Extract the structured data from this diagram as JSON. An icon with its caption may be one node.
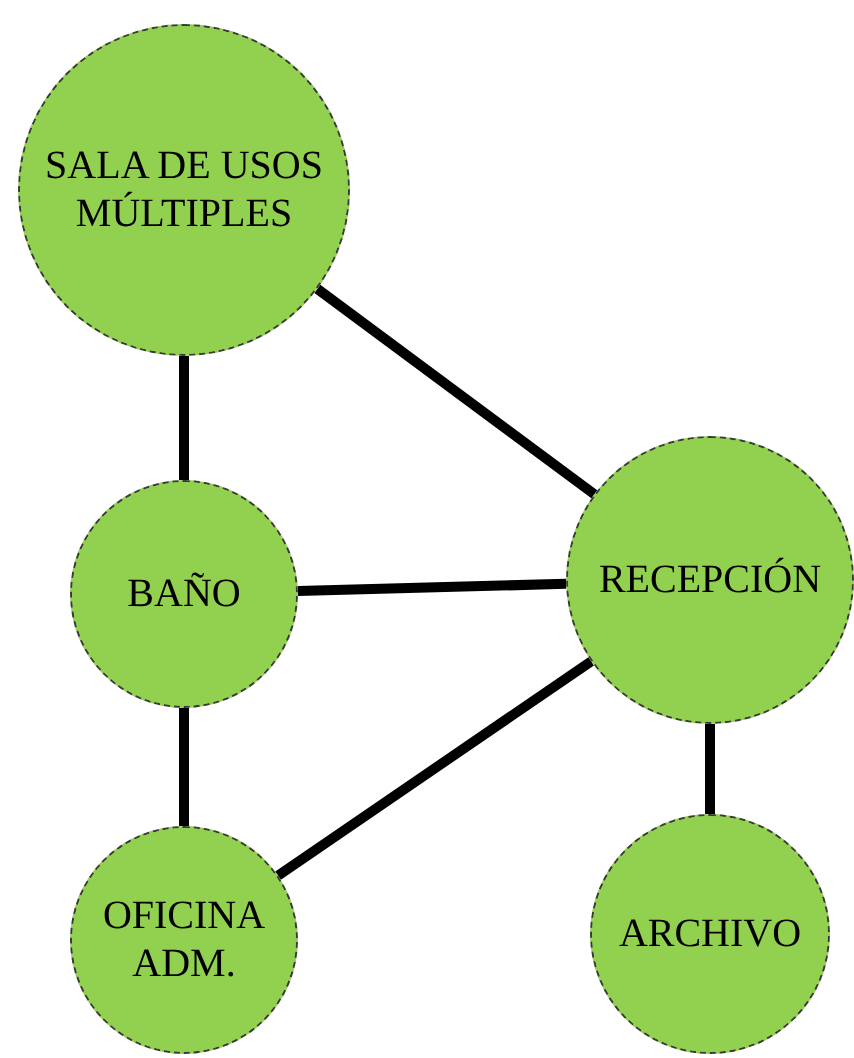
{
  "diagram": {
    "nodes": [
      {
        "text": [
          "SALA DE USOS MÚLTIPLES"
        ]
      },
      {
        "text": [
          "BAÑO"
        ]
      },
      {
        "text": [
          "RECEPCIÓN"
        ]
      },
      {
        "text": [
          "OFICINA ADM."
        ]
      },
      {
        "text": [
          "ARCHIVO"
        ]
      }
    ],
    "edges": [
      {
        "from": 0,
        "to": 1,
        "arrow": "none"
      },
      {
        "from": 0,
        "to": 2,
        "arrow": "none"
      },
      {
        "from": 1,
        "to": 2,
        "arrow": "none"
      },
      {
        "from": 1,
        "to": 3,
        "arrow": "none"
      },
      {
        "from": 2,
        "to": 3,
        "arrow": "none"
      },
      {
        "from": 2,
        "to": 4,
        "arrow": "none"
      }
    ]
  }
}
